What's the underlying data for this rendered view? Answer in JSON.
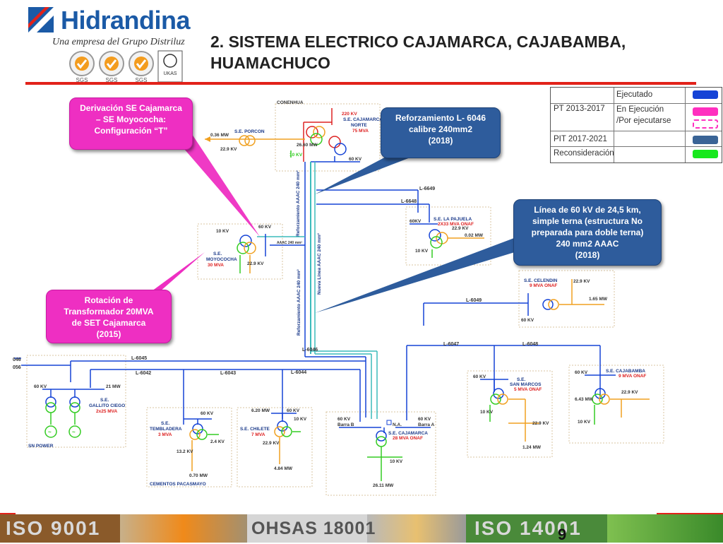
{
  "brand": {
    "name": "Hidrandina",
    "tagline": "Una empresa del Grupo Distriluz",
    "cert_labels": [
      "SGS",
      "SGS",
      "SGS",
      "UKAS"
    ]
  },
  "title": {
    "line1": "2. SISTEMA ELECTRICO CAJAMARCA, CAJABAMBA,",
    "line2": "HUAMACHUCO"
  },
  "legend": {
    "rows": [
      {
        "period": "PT 2013-2017",
        "items": [
          {
            "status": "Ejecutado",
            "color": "#1543d6",
            "style": "solid"
          },
          {
            "status": "En Ejecución",
            "color": "#ff2fbf",
            "style": "solid"
          },
          {
            "status": "/Por ejecutarse",
            "color": "#ff2fbf",
            "style": "dashed"
          }
        ]
      },
      {
        "period": "PIT 2017-2021",
        "items": [
          {
            "status": "",
            "color": "#3a6496",
            "style": "solid"
          }
        ]
      },
      {
        "period": "",
        "items": [
          {
            "status": "Reconsideración",
            "color": "#17e81d",
            "style": "solid"
          }
        ]
      }
    ]
  },
  "callouts": {
    "derivacion": [
      "Derivación SE Cajamarca",
      "– SE  Moyococha:",
      "Configuración “T”"
    ],
    "reforzamiento": [
      "Reforzamiento L- 6046",
      "calibre 240mm2",
      "(2018)"
    ],
    "linea60": [
      "Línea de 60 kV de 24,5 km,",
      "simple terna (estructura  No",
      "preparada para doble terna)",
      "240 mm2 AAAC",
      "(2018)"
    ],
    "rotacion": [
      "Rotación de",
      "Transformador 20MVA",
      "de SET Cajamarca",
      "(2015)"
    ]
  },
  "diagram": {
    "substations": {
      "conenhua": "CONENHUA",
      "porcon": "S.E. PORCON",
      "cajamarca_norte": [
        "S.E. CAJAMARCA",
        "NORTE",
        "75 MVA"
      ],
      "moyococha": [
        "S.E.",
        "MOYOCOCHA",
        "30 MVA"
      ],
      "la_pajuela": [
        "S.E. LA PAJUELA",
        "2X33 MVA ONAF"
      ],
      "celendin": [
        "S.E. CELENDIN",
        "9 MVA ONAF"
      ],
      "gallito_ciego": [
        "S.E.",
        "GALLITO CIEGO",
        "2x25 MVA"
      ],
      "tembladera": [
        "S.E.",
        "TEMBLADERA",
        "3 MVA"
      ],
      "chilete": [
        "S.E. CHILETE",
        "7 MVA"
      ],
      "cajamarca": [
        "S.E. CAJAMARCA",
        "28 MVA ONAF"
      ],
      "san_marcos": [
        "S.E.",
        "SAN MARCOS",
        "5 MVA ONAF"
      ],
      "cajabamba": [
        "S.E. CAJABAMBA",
        "9 MVA ONAF"
      ]
    },
    "lines": {
      "l6649": "L-6649",
      "l6648a": "L-6648",
      "l6049": "L-6049",
      "l6046": "L-6046",
      "l6045": "L-6045",
      "l6042": "L-6042",
      "l6043": "L-6043",
      "l6044": "L-6044",
      "l6047": "L-6047",
      "l6048b": "L-6048",
      "l46": "046",
      "l56": "056"
    },
    "vertical_labels": {
      "ref_top": "Reforzamiento AAAC 240 mm²",
      "nueva": "Nueva Línea AAAC 240 mm²",
      "ref_bottom": "Reforzamiento AAAC 240 mm²",
      "aaac_h": "AAAC 240 mm²"
    },
    "small_labels": {
      "kv220": "220 KV",
      "mw2660": "26.60 MW",
      "kv60a": "60 KV",
      "kv10a": "10 KV",
      "mw036": "0.36 MW",
      "kv229a": "22.9 KV",
      "kv10b": "10 KV",
      "kv60b": "60 KV",
      "kv229b": "22.9 KV",
      "kv60c": "60KV",
      "kv229c": "22.9 KV",
      "mw002": "0.02 MW",
      "kv10c": "10 KV",
      "kv229d": "22.9 KV",
      "mw165": "1.65 MW",
      "kv60d": "60 KV",
      "kv60e": "60 KV",
      "mw21": "21 MW",
      "snpower": "SN POWER",
      "kv60f": "60 KV",
      "kv24": "2.4 KV",
      "kv132": "13.2 KV",
      "mw070": "0.70 MW",
      "cementos": "CEMENTOS PACASMAYO",
      "mw620": "6.20 MW",
      "kv60g": "60 KV",
      "kv10d": "10 KV",
      "kv229e": "22.9 KV",
      "mw484": "4.84 MW",
      "kv60h": "60 KV",
      "barrab": "Barra B",
      "na": "N.A.",
      "kv60i": "60 KV",
      "barraa": "Barra A",
      "kv10e": "10 KV",
      "mw2611": "26.11 MW",
      "kv60j": "60 KV",
      "kv10f": "10 KV",
      "kv229f": "22.9 KV",
      "mw124": "1.24 MW",
      "kv60k": "60 KV",
      "mw643": "6.43 MW",
      "kv229g": "22.9 KV",
      "kv10g": "10 KV"
    }
  },
  "footer": {
    "iso9001": "ISO 9001",
    "ohsas": "OHSAS 18001",
    "iso14001": "ISO 14001",
    "page": "9"
  },
  "colors": {
    "executed": "#1543d6",
    "in_progress": "#ff2fbf",
    "pit": "#3a6496",
    "reconsider": "#17e81d",
    "aaac": "#3bbbbb",
    "orange": "#f0a020",
    "green": "#33cc22",
    "red": "#dd2222"
  }
}
